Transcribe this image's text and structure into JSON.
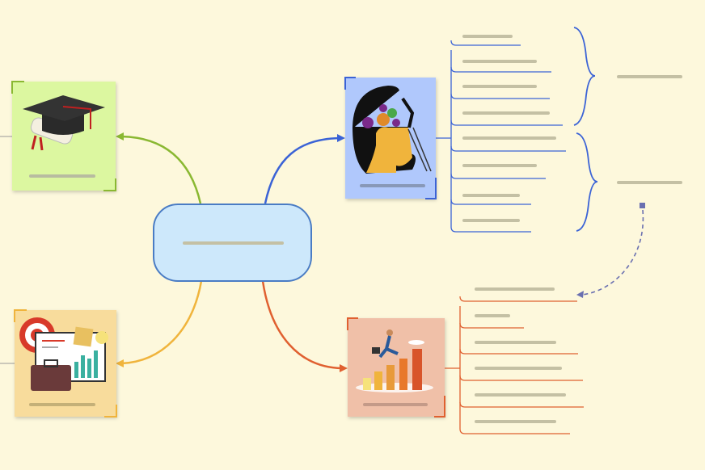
{
  "diagram": {
    "type": "mind-map",
    "background": "#fdf8dc",
    "central_topic": {
      "fill": "#cde8fb",
      "stroke": "#4a7cc4"
    },
    "placeholder_bar_color": "#c4c0a4",
    "branches": [
      {
        "id": "education",
        "icon": "graduation-cap-icon",
        "color": "#8ab832",
        "card_fill": "#dcf7a0"
      },
      {
        "id": "planning",
        "icon": "target-briefcase-icon",
        "color": "#f0b43c",
        "card_fill": "#f8dc9c"
      },
      {
        "id": "thinking",
        "icon": "head-gears-icon",
        "color": "#3b63d6",
        "card_fill": "#b0c8fc",
        "subtopic_count": 8,
        "summary_groups": 2
      },
      {
        "id": "growth",
        "icon": "growth-chart-icon",
        "color": "#e06030",
        "card_fill": "#f0c0a8",
        "subtopic_count": 6
      }
    ],
    "relationship": {
      "style": "dashed",
      "color": "#6a70b0"
    }
  }
}
